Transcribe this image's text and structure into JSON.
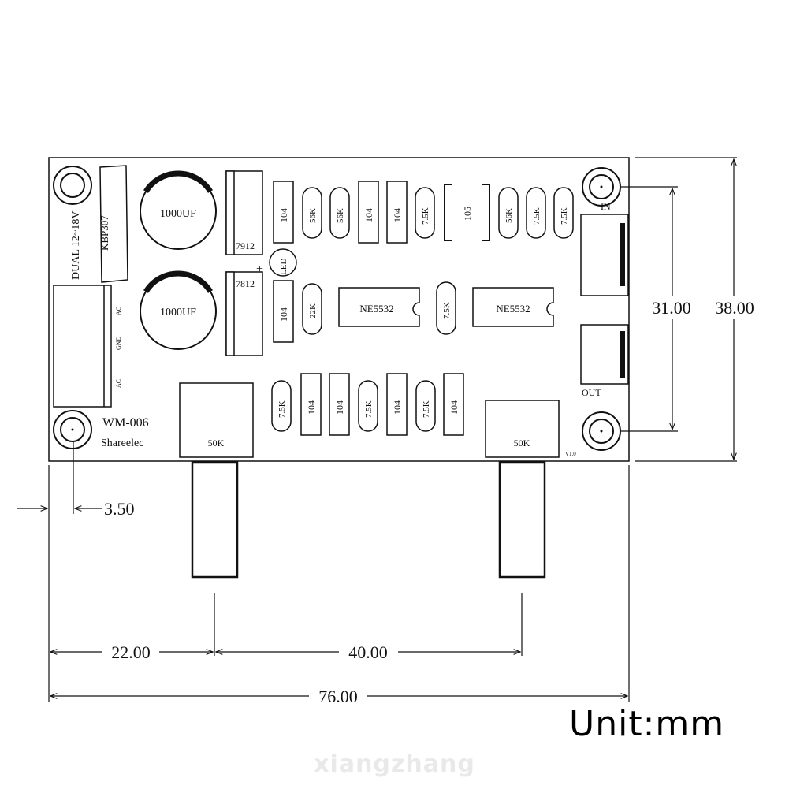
{
  "board": {
    "model": "WM-006",
    "brand": "Shareelec",
    "version": "V1.0",
    "power_label": "DUAL 12~18V",
    "rectifier": "KBP307",
    "terminal_labels": [
      "AC",
      "GND",
      "AC"
    ],
    "led": "LED",
    "led_plus": "+",
    "in_label": "IN",
    "out_label": "OUT"
  },
  "components": {
    "cap1": "1000UF",
    "cap2": "1000UF",
    "reg1": "7912",
    "reg2": "7812",
    "top_row": [
      "104",
      "56K",
      "56K",
      "104",
      "104",
      "7.5K",
      "105",
      "56K",
      "7.5K",
      "7.5K"
    ],
    "mid_row": [
      "104",
      "22K",
      "NE5532",
      "7.5K",
      "NE5532"
    ],
    "bottom_row": [
      "7.5K",
      "104",
      "104",
      "7.5K",
      "104",
      "7.5K",
      "104"
    ],
    "pot_left": "50K",
    "pot_right": "50K"
  },
  "dimensions": {
    "hole_offset": "3.50",
    "left_to_pot": "22.00",
    "pot_spacing": "40.00",
    "total_width": "76.00",
    "hole_spacing": "31.00",
    "total_height": "38.00"
  },
  "unit_label": "Unit:mm",
  "watermark": "xiangzhang"
}
